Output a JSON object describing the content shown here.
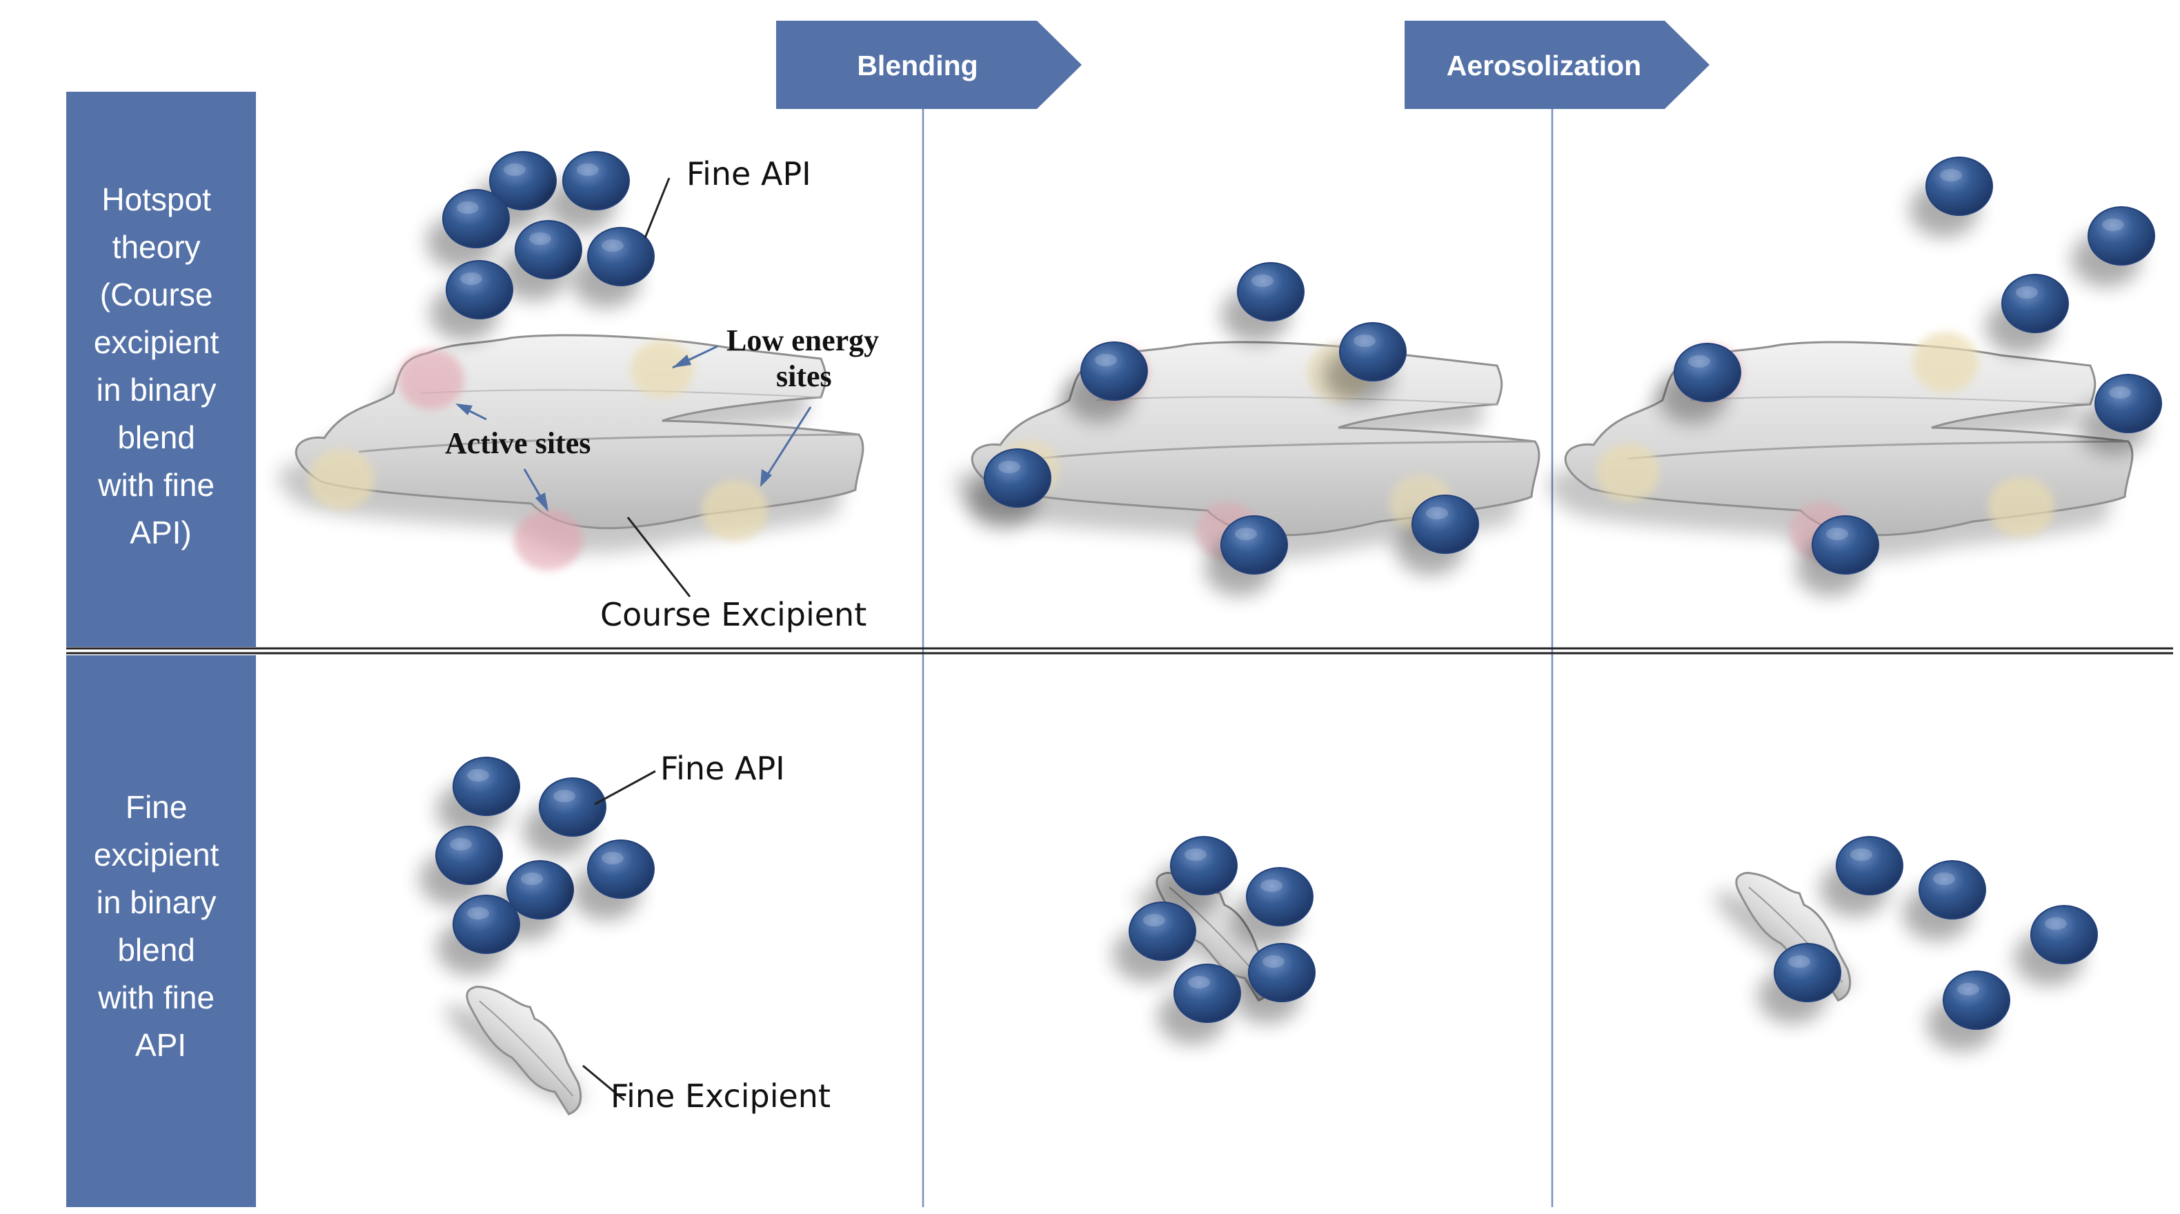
{
  "stages": {
    "blending": "Blending",
    "aerosolization": "Aerosolization"
  },
  "rows": {
    "hotspot": {
      "label_lines": [
        "Hotspot",
        "theory",
        "(Course",
        "excipient",
        "in binary",
        "blend",
        "with fine",
        "API)"
      ]
    },
    "fine": {
      "label_lines": [
        "Fine",
        "excipient",
        "in binary",
        "blend",
        "with fine",
        "API"
      ]
    }
  },
  "callouts": {
    "fine_api_top": "Fine API",
    "low_energy_line1": "Low energy",
    "low_energy_line2": "sites",
    "active_sites": "Active sites",
    "course_excipient": "Course Excipient",
    "fine_api_bottom": "Fine API",
    "fine_excipient": "Fine Excipient"
  },
  "colors": {
    "panel_blue": "#5472a8",
    "api_particle": "#2f4f86",
    "excipient_grey": "#d6d6d6",
    "active_site": "#e2a4ae",
    "low_energy_site": "#eadcb0",
    "divider": "#7b8fbd"
  }
}
